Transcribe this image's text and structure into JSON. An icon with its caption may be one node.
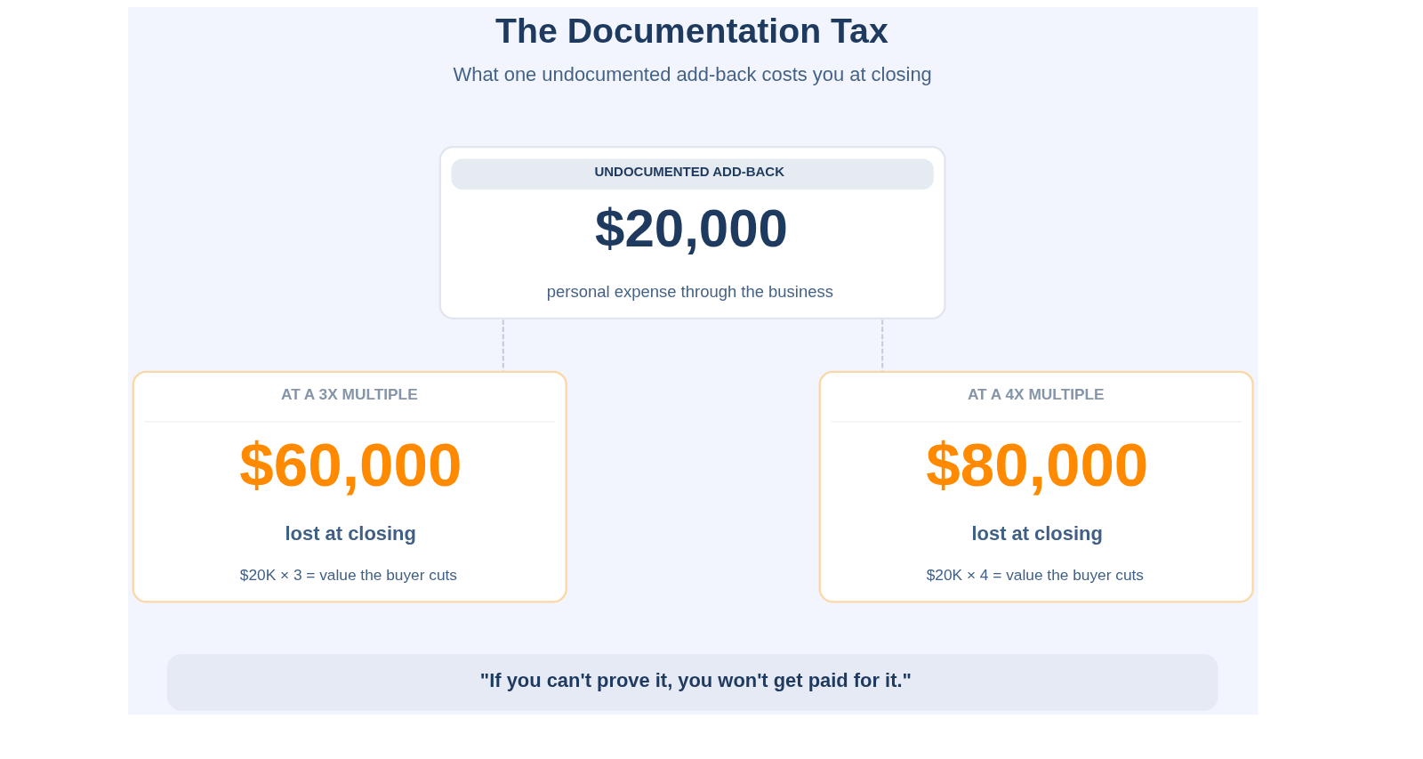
{
  "diagram": {
    "title": "The Documentation Tax",
    "nodes": [
      {
        "text": [
          "UNDOCUMENTED ADD-BACK",
          "$20,000",
          "personal expense through the business"
        ]
      },
      {
        "text": [
          "AT A 3X MULTIPLE",
          "$60,000",
          "lost at closing",
          "$20K × 3 = value the buyer cuts"
        ]
      },
      {
        "text": [
          "AT A 4X MULTIPLE",
          "$80,000",
          "lost at closing",
          "$20K × 4 = value the buyer cuts"
        ]
      },
      {
        "text": [
          "\"If you can't prove it, you won't get paid for it.\""
        ]
      }
    ],
    "edges": [
      {
        "from": 0,
        "to": 1,
        "arrow": "none",
        "style": "dashed"
      },
      {
        "from": 0,
        "to": 2,
        "arrow": "none",
        "style": "dashed"
      }
    ],
    "labels": [
      "What one undocumented add-back costs you at closing"
    ]
  }
}
